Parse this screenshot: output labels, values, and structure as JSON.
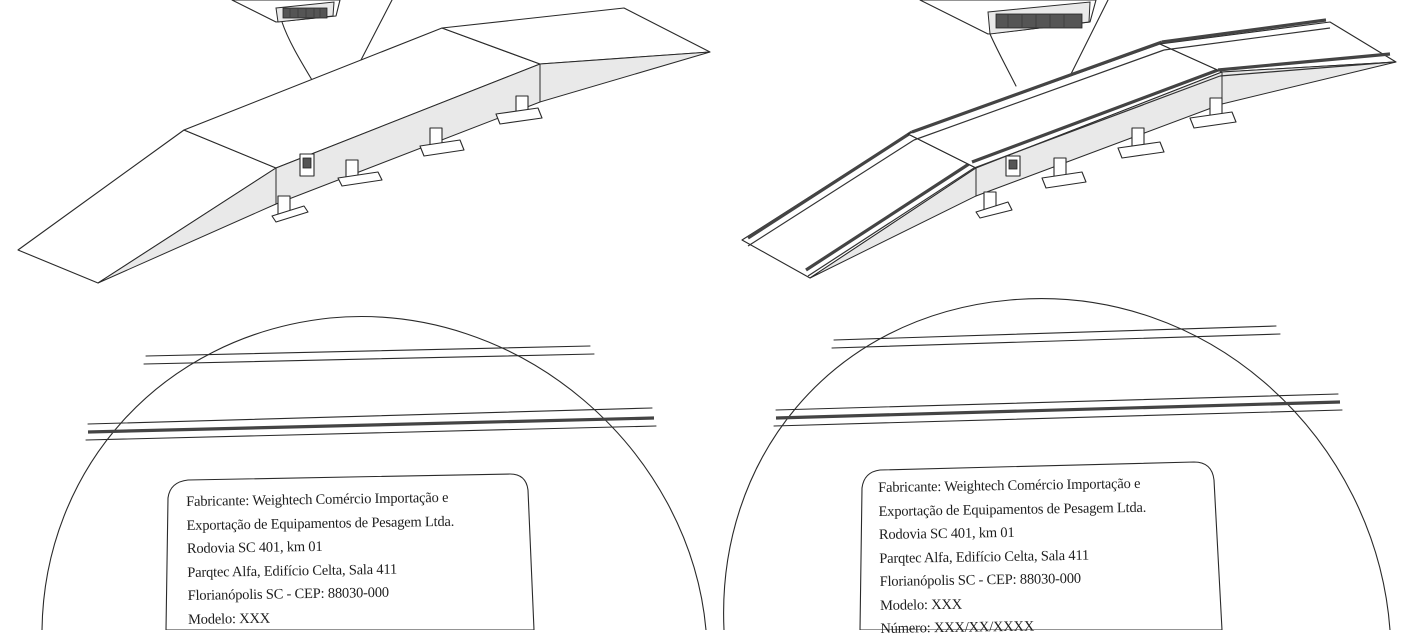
{
  "labels": {
    "left": {
      "lines": [
        "Fabricante: Weightech Comércio Importação e",
        "Exportação de Equipamentos de Pesagem Ltda.",
        "Rodovia SC 401, km 01",
        "Parqtec Alfa, Edifício Celta, Sala 411",
        "Florianópolis SC - CEP: 88030-000",
        "Modelo: XXX"
      ]
    },
    "right": {
      "lines": [
        "Fabricante: Weightech Comércio Importação e",
        "Exportação de Equipamentos de Pesagem Ltda.",
        "Rodovia SC 401, km 01",
        "Parqtec Alfa, Edifício Celta, Sala 411",
        "Florianópolis SC - CEP: 88030-000",
        "Modelo: XXX",
        "Número: XXX/XX/XXXX"
      ]
    }
  }
}
